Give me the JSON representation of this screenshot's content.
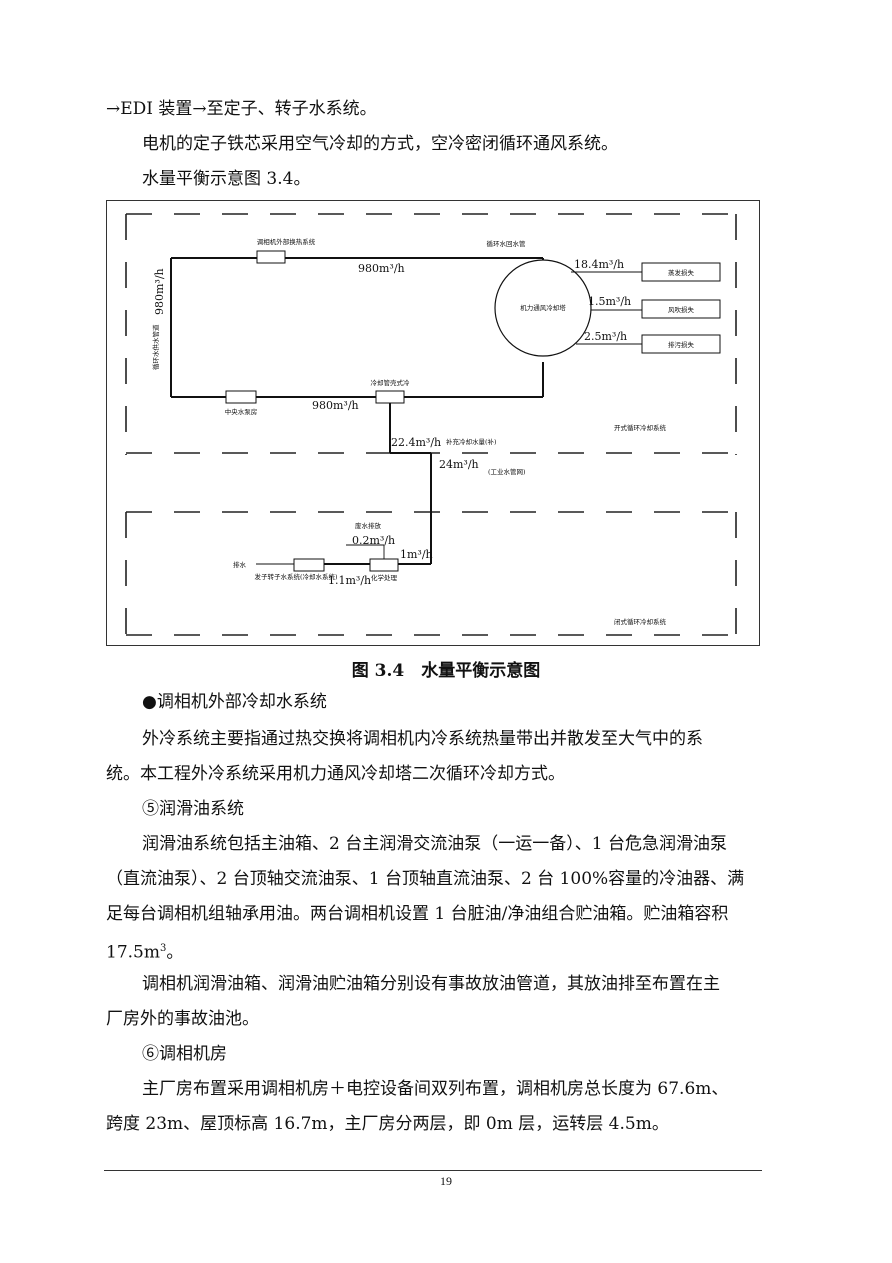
{
  "page": {
    "lines": {
      "l1": "→EDI 装置→至定子、转子水系统。",
      "l2": "电机的定子铁芯采用空气冷却的方式，空冷密闭循环通风系统。",
      "l3": "水量平衡示意图 3.4。",
      "l4": "●调相机外部冷却水系统",
      "l5": "外冷系统主要指通过热交换将调相机内冷系统热量带出并散发至大气中的系",
      "l6": "统。本工程外冷系统采用机力通风冷却塔二次循环冷却方式。",
      "l7": "⑤润滑油系统",
      "l8": "润滑油系统包括主油箱、2 台主润滑交流油泵（一运一备）、1 台危急润滑油泵",
      "l9": "（直流油泵）、2 台顶轴交流油泵、1 台顶轴直流油泵、2 台 100%容量的冷油器、满",
      "l10": "足每台调相机组轴承用油。两台调相机设置 1 台脏油/净油组合贮油箱。贮油箱容积",
      "l11_base": "17.5m",
      "l11_sup": "3",
      "l11_end": "。",
      "l12": "调相机润滑油箱、润滑油贮油箱分别设有事故放油管道，其放油排至布置在主",
      "l13": "厂房外的事故油池。",
      "l14": "⑥调相机房",
      "l15": "主厂房布置采用调相机房＋电控设备间双列布置，调相机房总长度为 67.6m、",
      "l16": "跨度 23m、屋顶标高 16.7m，主厂房分两层，即 0m 层，运转层 4.5m。"
    },
    "caption": "图 3.4　水量平衡示意图",
    "page_number": "19"
  },
  "figure": {
    "labels": {
      "top_device": "调相机外部换热系统",
      "circ_pipe": "循环水回水管",
      "tower": "机力通风冷却塔",
      "loss_evap": "蒸发损失",
      "loss_wind": "风吹损失",
      "loss_blow": "排污损失",
      "left_pipe": "循环水供水管道",
      "pump": "中央水泵房",
      "cooler": "冷却管壳式冷",
      "makeup": "补充冷却水量(补)",
      "industrial": "(工业水管网)",
      "wastewater": "废水排放",
      "drain": "排水",
      "stator_sys": "发子转子水系统(冷却水系统)",
      "treatment": "化学处理",
      "open_sys": "开式循环冷却系统",
      "closed_sys": "闭式循环冷却系统"
    },
    "flows": {
      "top": "980m³/h",
      "bottom": "980m³/h",
      "left": "980m³/h",
      "evap": "18.4m³/h",
      "wind": "1.5m³/h",
      "blow": "2.5m³/h",
      "makeup": "22.4m³/h",
      "industrial": "24m³/h",
      "waste": "0.2m³/h",
      "in1": "1m³/h",
      "out1": "1.1m³/h"
    }
  }
}
